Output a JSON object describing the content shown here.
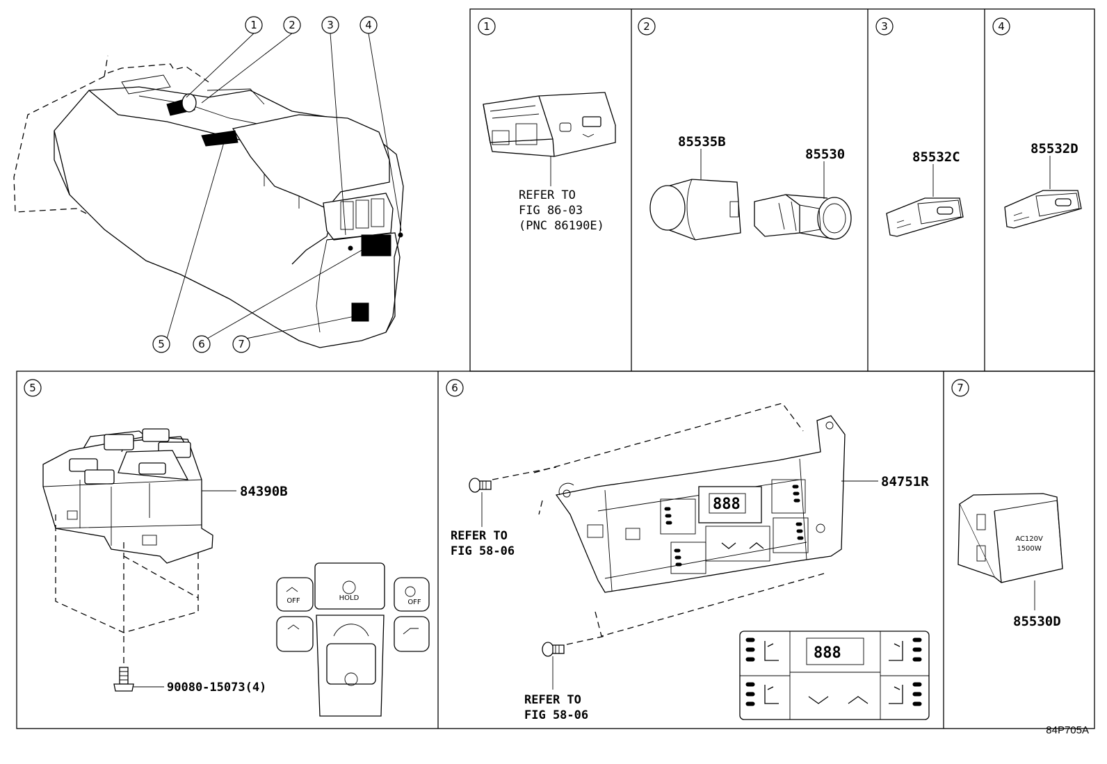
{
  "callouts": [
    "1",
    "2",
    "3",
    "4",
    "5",
    "6",
    "7"
  ],
  "panels": {
    "p1": {
      "number": "1",
      "refer_line1": "REFER TO",
      "refer_line2": "FIG 86-03",
      "refer_line3": "(PNC 86190E)"
    },
    "p2": {
      "number": "2",
      "part_a": "85535B",
      "part_b": "85530"
    },
    "p3": {
      "number": "3",
      "part": "85532C"
    },
    "p4": {
      "number": "4",
      "part": "85532D"
    },
    "p5": {
      "number": "5",
      "part": "84390B",
      "bolt": "90080-15073(4)"
    },
    "p6": {
      "number": "6",
      "part": "84751R",
      "refer_a_line1": "REFER TO",
      "refer_a_line2": "FIG 58-06",
      "refer_b_line1": "REFER TO",
      "refer_b_line2": "FIG 58-06",
      "display": "888"
    },
    "p7": {
      "number": "7",
      "part": "85530D",
      "rating_line1": "AC120V",
      "rating_line2": "1500W"
    }
  },
  "drawing_id": "84P705A"
}
